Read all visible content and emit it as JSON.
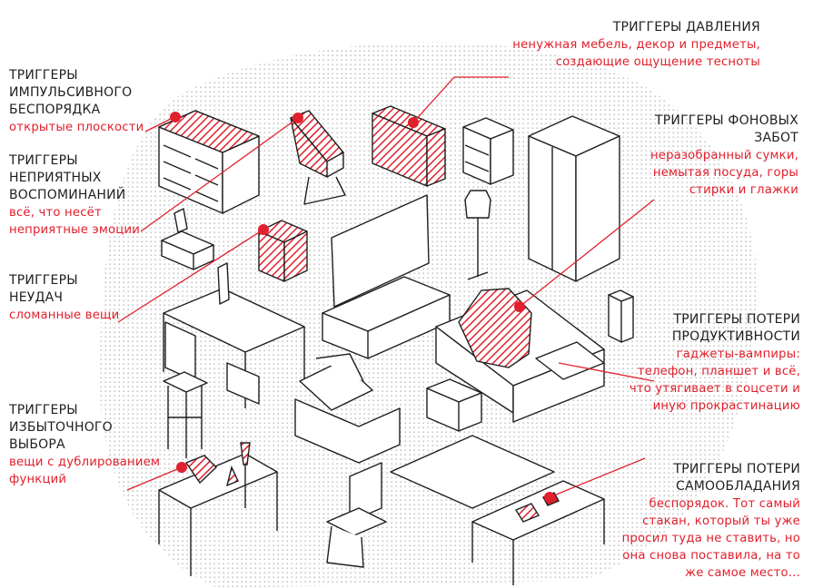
{
  "colors": {
    "accent": "#e0202c",
    "ink": "#1f1f1f",
    "dots": "#bdbdbd"
  },
  "triggers": [
    {
      "title": [
        "ТРИГГЕРЫ",
        "ИМПУЛЬСИВНОГО",
        "БЕСПОРЯДКА"
      ],
      "desc": [
        "открытые плоскости"
      ]
    },
    {
      "title": [
        "ТРИГГЕРЫ",
        "НЕПРИЯТНЫХ",
        "ВОСПОМИНАНИЙ"
      ],
      "desc": [
        "всё, что несёт",
        "неприятные эмоции"
      ]
    },
    {
      "title": [
        "ТРИГГЕРЫ",
        "НЕУДАЧ"
      ],
      "desc": [
        "сломанные вещи"
      ]
    },
    {
      "title": [
        "ТРИГГЕРЫ",
        "ИЗБЫТОЧНОГО",
        "ВЫБОРА"
      ],
      "desc": [
        "вещи с дублированием",
        "функций"
      ]
    },
    {
      "title": [
        "ТРИГГЕРЫ ДАВЛЕНИЯ"
      ],
      "desc": [
        "ненужная мебель, декор и предметы,",
        "создающие ощущение тесноты"
      ]
    },
    {
      "title": [
        "ТРИГГЕРЫ ФОНОВЫХ",
        "ЗАБОТ"
      ],
      "desc": [
        "неразобранный сумки,",
        "немытая посуда, горы",
        "стирки и глажки"
      ]
    },
    {
      "title": [
        "ТРИГГЕРЫ ПОТЕРИ",
        "ПРОДУКТИВНОСТИ"
      ],
      "desc": [
        "гаджеты-вампиры:",
        "телефон, планшет и всё,",
        "что утягивает в соцсети и",
        "иную прокрастинацию"
      ]
    },
    {
      "title": [
        "ТРИГГЕРЫ ПОТЕРИ",
        "САМООБЛАДАНИЯ"
      ],
      "desc": [
        "беспорядок. Тот самый",
        "стакан, который ты уже",
        "просил туда не ставить, но",
        "она снова поставила, на то",
        "же самое место..."
      ]
    }
  ],
  "furniture": [
    "dresser",
    "chair-red",
    "tv-stand-red",
    "nightstand",
    "wardrobe",
    "side-table-lamp",
    "box-red",
    "desk",
    "tv",
    "floor-lamp",
    "sofa",
    "pouf",
    "armchair",
    "bar-stool",
    "dining-table",
    "rug",
    "dining-chair",
    "coffee-table",
    "bin",
    "clutter-pile",
    "phone-gadgets",
    "glasses-items"
  ]
}
